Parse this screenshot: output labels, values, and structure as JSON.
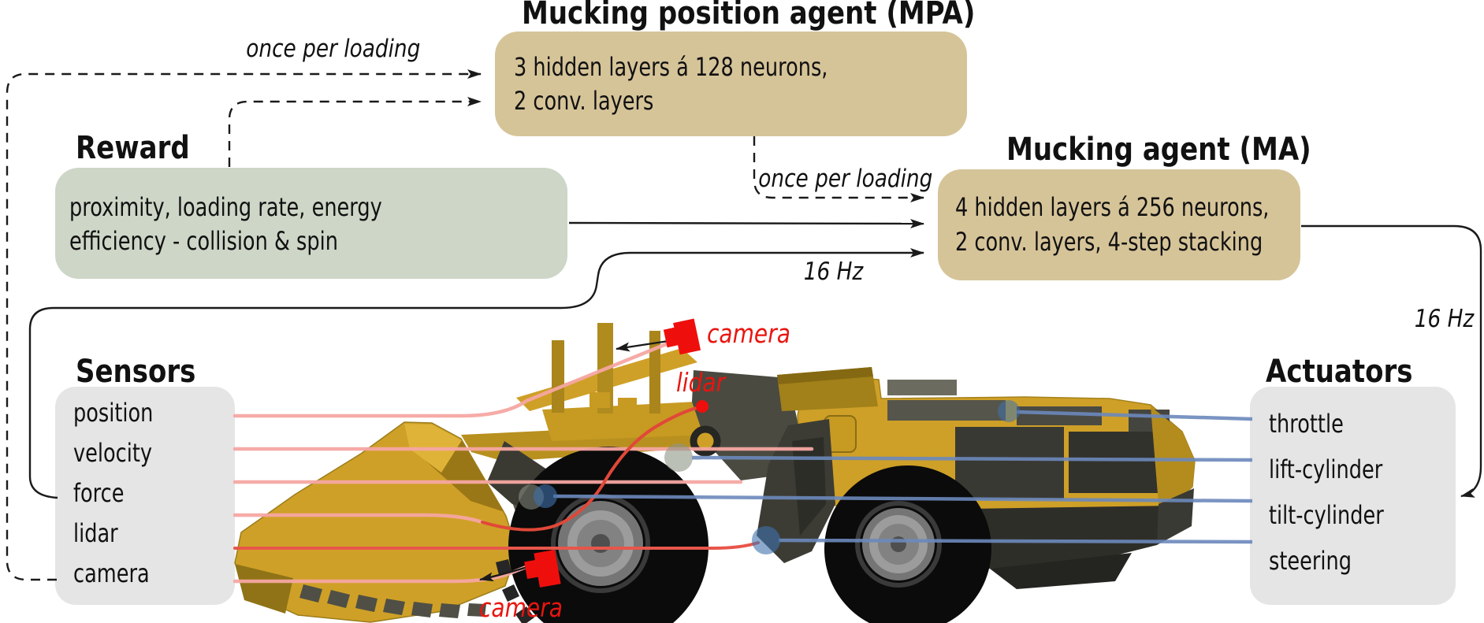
{
  "mpa": {
    "title": "Mucking position agent (MPA)",
    "lines": [
      "3 hidden layers á 128 neurons,",
      "2 conv. layers"
    ]
  },
  "ma": {
    "title": "Mucking agent (MA)",
    "lines": [
      "4 hidden layers á 256 neurons,",
      "2 conv. layers, 4-step stacking"
    ]
  },
  "reward": {
    "title": "Reward",
    "lines": [
      "proximity, loading rate, energy",
      "efficiency - collision & spin"
    ]
  },
  "sensors": {
    "title": "Sensors",
    "items": [
      "position",
      "velocity",
      "force",
      "lidar",
      "camera"
    ]
  },
  "actuators": {
    "title": "Actuators",
    "items": [
      "throttle",
      "lift-cylinder",
      "tilt-cylinder",
      "steering"
    ]
  },
  "labels": {
    "once_top": "once per loading",
    "once_mid": "once per loading",
    "hz_mid": "16 Hz",
    "hz_right": "16 Hz"
  },
  "vehicle": {
    "camera_top": "camera",
    "lidar": "lidar",
    "camera_bottom": "camera"
  },
  "colors": {
    "agent_box": "#d6c499",
    "reward_box": "#cdd6c7",
    "io_box": "#e5e5e5",
    "sensor_line": "#f6a7a2",
    "sensor_line_strong": "#e04838",
    "actuator_line": "#6c89bc",
    "marker_red": "#ee0f0c",
    "vehicle_yellow": "#cfa027",
    "line_black": "#1a1a1a"
  }
}
